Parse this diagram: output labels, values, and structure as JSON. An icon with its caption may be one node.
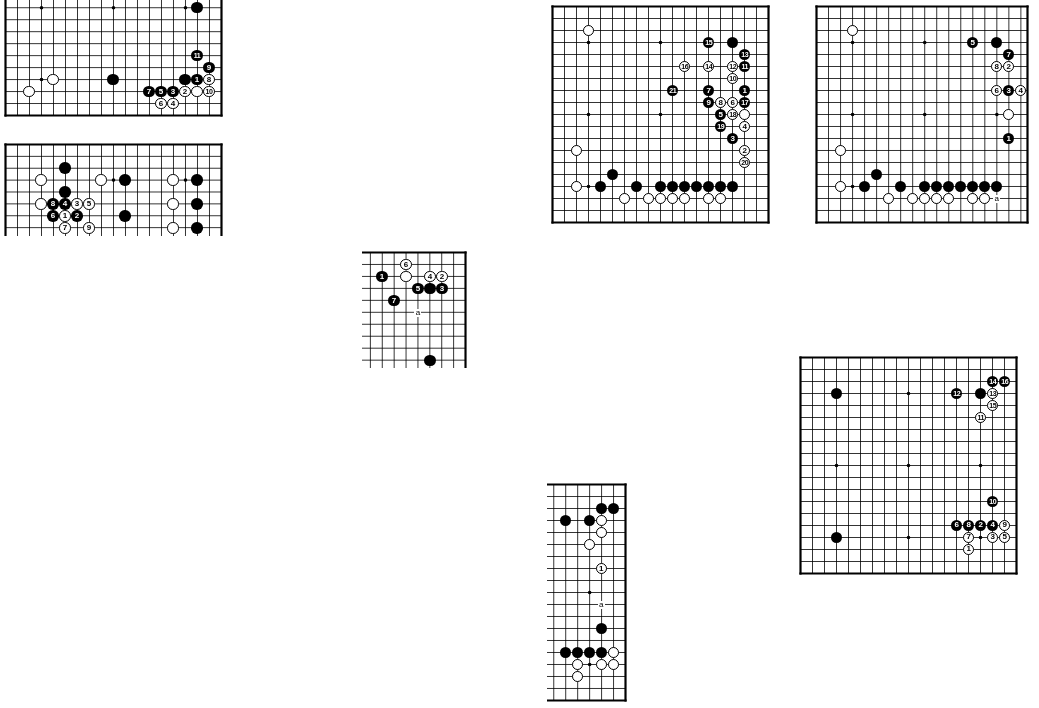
{
  "diagram": {
    "nodes": [
      {
        "text": [],
        "shape": "box"
      },
      {
        "text": [],
        "shape": "circle",
        "in": 0
      },
      {
        "text": [
          "11"
        ],
        "in": 0
      },
      {
        "text": [
          "9"
        ],
        "in": 0
      },
      {
        "text": [],
        "shape": "circle",
        "in": 0
      },
      {
        "text": [],
        "shape": "circle",
        "in": 0
      },
      {
        "text": [],
        "shape": "circle",
        "in": 0
      },
      {
        "text": [
          "1"
        ],
        "in": 0
      },
      {
        "text": [
          "8"
        ],
        "in": 0
      },
      {
        "text": [],
        "shape": "circle",
        "in": 0
      },
      {
        "text": [
          "7"
        ],
        "in": 0
      },
      {
        "text": [
          "5"
        ],
        "in": 0
      },
      {
        "text": [
          "3"
        ],
        "in": 0
      },
      {
        "text": [
          "2"
        ],
        "in": 0
      },
      {
        "text": [],
        "shape": "circle",
        "in": 0
      },
      {
        "text": [
          "10"
        ],
        "in": 0
      },
      {
        "text": [
          "6"
        ],
        "in": 0
      },
      {
        "text": [
          "4"
        ],
        "in": 0
      },
      {
        "text": [],
        "shape": "box"
      },
      {
        "text": [],
        "shape": "circle",
        "in": 18
      },
      {
        "text": [
          "15"
        ],
        "in": 18
      },
      {
        "text": [],
        "shape": "circle",
        "in": 18
      },
      {
        "text": [
          "13"
        ],
        "in": 18
      },
      {
        "text": [
          "16"
        ],
        "in": 18
      },
      {
        "text": [
          "14"
        ],
        "in": 18
      },
      {
        "text": [
          "12"
        ],
        "in": 18
      },
      {
        "text": [
          "11"
        ],
        "in": 18
      },
      {
        "text": [
          "10"
        ],
        "in": 18
      },
      {
        "text": [
          "21"
        ],
        "in": 18
      },
      {
        "text": [
          "7"
        ],
        "in": 18
      },
      {
        "text": [
          "1"
        ],
        "in": 18
      },
      {
        "text": [
          "9"
        ],
        "in": 18
      },
      {
        "text": [
          "8"
        ],
        "in": 18
      },
      {
        "text": [
          "6"
        ],
        "in": 18
      },
      {
        "text": [
          "17"
        ],
        "in": 18
      },
      {
        "text": [
          "5"
        ],
        "in": 18
      },
      {
        "text": [
          "18"
        ],
        "in": 18
      },
      {
        "text": [],
        "shape": "circle",
        "in": 18
      },
      {
        "text": [
          "19"
        ],
        "in": 18
      },
      {
        "text": [
          "4"
        ],
        "in": 18
      },
      {
        "text": [
          "3"
        ],
        "in": 18
      },
      {
        "text": [],
        "shape": "circle",
        "in": 18
      },
      {
        "text": [
          "2"
        ],
        "in": 18
      },
      {
        "text": [
          "20"
        ],
        "in": 18
      },
      {
        "text": [],
        "shape": "circle",
        "in": 18
      },
      {
        "text": [],
        "shape": "circle",
        "in": 18
      },
      {
        "text": [],
        "shape": "circle",
        "in": 18
      },
      {
        "text": [],
        "shape": "circle",
        "in": 18
      },
      {
        "text": [],
        "shape": "circle",
        "in": 18
      },
      {
        "text": [],
        "shape": "circle",
        "in": 18
      },
      {
        "text": [],
        "shape": "circle",
        "in": 18
      },
      {
        "text": [],
        "shape": "circle",
        "in": 18
      },
      {
        "text": [],
        "shape": "circle",
        "in": 18
      },
      {
        "text": [],
        "shape": "circle",
        "in": 18
      },
      {
        "text": [],
        "shape": "circle",
        "in": 18
      },
      {
        "text": [],
        "shape": "circle",
        "in": 18
      },
      {
        "text": [],
        "shape": "circle",
        "in": 18
      },
      {
        "text": [],
        "shape": "circle",
        "in": 18
      },
      {
        "text": [],
        "shape": "circle",
        "in": 18
      },
      {
        "text": [],
        "shape": "circle",
        "in": 18
      },
      {
        "text": [],
        "shape": "circle",
        "in": 18
      },
      {
        "text": [],
        "shape": "circle",
        "in": 18
      },
      {
        "text": [],
        "shape": "box"
      },
      {
        "text": [],
        "shape": "circle",
        "in": 62
      },
      {
        "text": [
          "5"
        ],
        "in": 62
      },
      {
        "text": [],
        "shape": "circle",
        "in": 62
      },
      {
        "text": [
          "7"
        ],
        "in": 62
      },
      {
        "text": [
          "8"
        ],
        "in": 62
      },
      {
        "text": [
          "2"
        ],
        "in": 62
      },
      {
        "text": [
          "6"
        ],
        "in": 62
      },
      {
        "text": [
          "3"
        ],
        "in": 62
      },
      {
        "text": [
          "4"
        ],
        "in": 62
      },
      {
        "text": [],
        "shape": "circle",
        "in": 62
      },
      {
        "text": [
          "1"
        ],
        "in": 62
      },
      {
        "text": [],
        "shape": "circle",
        "in": 62
      },
      {
        "text": [],
        "shape": "circle",
        "in": 62
      },
      {
        "text": [],
        "shape": "circle",
        "in": 62
      },
      {
        "text": [],
        "shape": "circle",
        "in": 62
      },
      {
        "text": [],
        "shape": "circle",
        "in": 62
      },
      {
        "text": [],
        "shape": "circle",
        "in": 62
      },
      {
        "text": [],
        "shape": "circle",
        "in": 62
      },
      {
        "text": [],
        "shape": "circle",
        "in": 62
      },
      {
        "text": [],
        "shape": "circle",
        "in": 62
      },
      {
        "text": [],
        "shape": "circle",
        "in": 62
      },
      {
        "text": [],
        "shape": "circle",
        "in": 62
      },
      {
        "text": [],
        "shape": "circle",
        "in": 62
      },
      {
        "text": [],
        "shape": "circle",
        "in": 62
      },
      {
        "text": [],
        "shape": "circle",
        "in": 62
      },
      {
        "text": [],
        "shape": "circle",
        "in": 62
      },
      {
        "text": [],
        "shape": "circle",
        "in": 62
      },
      {
        "text": [],
        "shape": "circle",
        "in": 62
      },
      {
        "text": [],
        "shape": "circle",
        "in": 62
      },
      {
        "text": [],
        "shape": "circle",
        "in": 62
      },
      {
        "text": [],
        "shape": "box"
      },
      {
        "text": [],
        "shape": "circle",
        "in": 93
      },
      {
        "text": [],
        "shape": "circle",
        "in": 93
      },
      {
        "text": [],
        "shape": "circle",
        "in": 93
      },
      {
        "text": [],
        "shape": "circle",
        "in": 93
      },
      {
        "text": [],
        "shape": "circle",
        "in": 93
      },
      {
        "text": [],
        "shape": "circle",
        "in": 93
      },
      {
        "text": [],
        "shape": "circle",
        "in": 93
      },
      {
        "text": [],
        "shape": "circle",
        "in": 93
      },
      {
        "text": [
          "8"
        ],
        "in": 93
      },
      {
        "text": [
          "4"
        ],
        "in": 93
      },
      {
        "text": [
          "3"
        ],
        "in": 93
      },
      {
        "text": [
          "5"
        ],
        "in": 93
      },
      {
        "text": [],
        "shape": "circle",
        "in": 93
      },
      {
        "text": [],
        "shape": "circle",
        "in": 93
      },
      {
        "text": [
          "6"
        ],
        "in": 93
      },
      {
        "text": [
          "1"
        ],
        "in": 93
      },
      {
        "text": [
          "2"
        ],
        "in": 93
      },
      {
        "text": [],
        "shape": "circle",
        "in": 93
      },
      {
        "text": [
          "7"
        ],
        "in": 93
      },
      {
        "text": [
          "9"
        ],
        "in": 93
      },
      {
        "text": [],
        "shape": "circle",
        "in": 93
      },
      {
        "text": [],
        "shape": "circle",
        "in": 93
      },
      {
        "text": [],
        "shape": "box"
      },
      {
        "text": [
          "6"
        ],
        "in": 116
      },
      {
        "text": [
          "1"
        ],
        "in": 116
      },
      {
        "text": [],
        "shape": "circle",
        "in": 116
      },
      {
        "text": [
          "4"
        ],
        "in": 116
      },
      {
        "text": [
          "2"
        ],
        "in": 116
      },
      {
        "text": [
          "5"
        ],
        "in": 116
      },
      {
        "text": [],
        "shape": "circle",
        "in": 116
      },
      {
        "text": [
          "3"
        ],
        "in": 116
      },
      {
        "text": [
          "7"
        ],
        "in": 116
      },
      {
        "text": [],
        "shape": "circle",
        "in": 116
      },
      {
        "text": [],
        "shape": "box"
      },
      {
        "text": [
          "14"
        ],
        "in": 127
      },
      {
        "text": [
          "16"
        ],
        "in": 127
      },
      {
        "text": [],
        "shape": "circle",
        "in": 127
      },
      {
        "text": [
          "12"
        ],
        "in": 127
      },
      {
        "text": [],
        "shape": "circle",
        "in": 127
      },
      {
        "text": [
          "13"
        ],
        "in": 127
      },
      {
        "text": [
          "15"
        ],
        "in": 127
      },
      {
        "text": [
          "11"
        ],
        "in": 127
      },
      {
        "text": [
          "10"
        ],
        "in": 127
      },
      {
        "text": [
          "6"
        ],
        "in": 127
      },
      {
        "text": [
          "8"
        ],
        "in": 127
      },
      {
        "text": [
          "2"
        ],
        "in": 127
      },
      {
        "text": [
          "4"
        ],
        "in": 127
      },
      {
        "text": [
          "9"
        ],
        "in": 127
      },
      {
        "text": [],
        "shape": "circle",
        "in": 127
      },
      {
        "text": [
          "7"
        ],
        "in": 127
      },
      {
        "text": [
          "3"
        ],
        "in": 127
      },
      {
        "text": [
          "5"
        ],
        "in": 127
      },
      {
        "text": [
          "1"
        ],
        "in": 127
      },
      {
        "text": [],
        "shape": "box"
      },
      {
        "text": [],
        "shape": "circle",
        "in": 147
      },
      {
        "text": [],
        "shape": "circle",
        "in": 147
      },
      {
        "text": [],
        "shape": "circle",
        "in": 147
      },
      {
        "text": [],
        "shape": "circle",
        "in": 147
      },
      {
        "text": [],
        "shape": "circle",
        "in": 147
      },
      {
        "text": [],
        "shape": "circle",
        "in": 147
      },
      {
        "text": [],
        "shape": "circle",
        "in": 147
      },
      {
        "text": [
          "1"
        ],
        "in": 147
      },
      {
        "text": [],
        "shape": "circle",
        "in": 147
      },
      {
        "text": [],
        "shape": "circle",
        "in": 147
      },
      {
        "text": [],
        "shape": "circle",
        "in": 147
      },
      {
        "text": [],
        "shape": "circle",
        "in": 147
      },
      {
        "text": [],
        "shape": "circle",
        "in": 147
      },
      {
        "text": [],
        "shape": "circle",
        "in": 147
      },
      {
        "text": [],
        "shape": "circle",
        "in": 147
      },
      {
        "text": [],
        "shape": "circle",
        "in": 147
      },
      {
        "text": [],
        "shape": "circle",
        "in": 147
      },
      {
        "text": [],
        "shape": "circle",
        "in": 147
      }
    ],
    "labels": [
      "a",
      "a",
      "a"
    ]
  }
}
